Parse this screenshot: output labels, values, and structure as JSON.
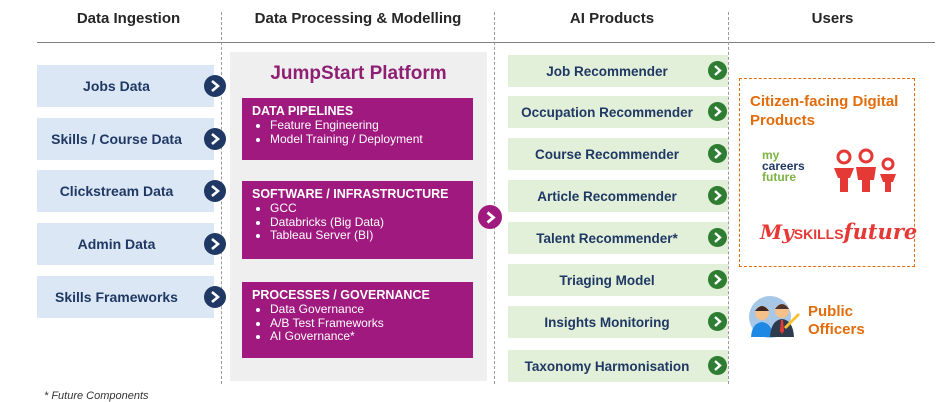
{
  "headers": {
    "ingestion": "Data Ingestion",
    "processing": "Data Processing & Modelling",
    "products": "AI Products",
    "users": "Users"
  },
  "ingestion_items": [
    "Jobs Data",
    "Skills / Course Data",
    "Clickstream Data",
    "Admin Data",
    "Skills Frameworks"
  ],
  "platform": {
    "title": "JumpStart Platform",
    "sections": [
      {
        "title": "DATA PIPELINES",
        "items": [
          "Feature Engineering",
          "Model Training / Deployment"
        ]
      },
      {
        "title": "SOFTWARE / INFRASTRUCTURE",
        "items": [
          "GCC",
          "Databricks (Big Data)",
          "Tableau Server (BI)"
        ]
      },
      {
        "title": "PROCESSES / GOVERNANCE",
        "items": [
          "Data Governance",
          "A/B Test Frameworks",
          "AI Governance*"
        ]
      }
    ]
  },
  "products": [
    "Job Recommender",
    "Occupation Recommender",
    "Course Recommender",
    "Article Recommender",
    "Talent Recommender*",
    "Triaging Model",
    "Insights Monitoring",
    "Taxonomy Harmonisation"
  ],
  "users": {
    "citizen_title": "Citizen-facing Digital Products",
    "logo_mycareersfuture": [
      "my",
      "careers",
      "future"
    ],
    "logo_myskillsfuture": {
      "my": "My",
      "skills": "SKILLS",
      "future": "future"
    },
    "public_officers": "Public Officers"
  },
  "footnote": "* Future Components",
  "colors": {
    "navy": "#1f3864",
    "ingestion_fill": "#dbe7f4",
    "platform_purple": "#a0197e",
    "product_fill": "#e2efd9",
    "arrow_green": "#2e7d32",
    "orange": "#e36c0a"
  }
}
